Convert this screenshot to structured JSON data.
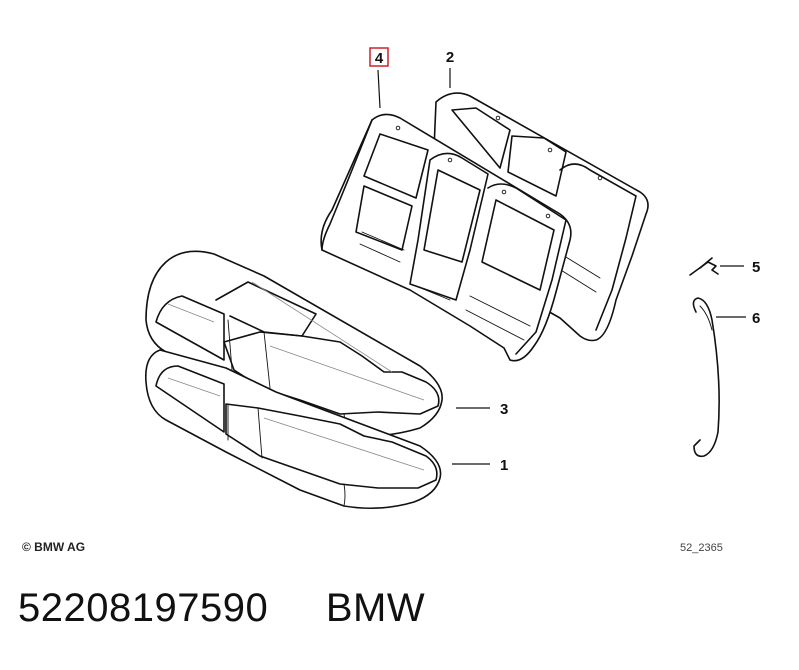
{
  "callouts": {
    "c1": "1",
    "c2": "2",
    "c3": "3",
    "c4": "4",
    "c5": "5",
    "c6": "6"
  },
  "highlight_color": "#d0202a",
  "footer": {
    "copyright": "© BMW AG",
    "drawing_number": "52_2365"
  },
  "part": {
    "number": "52208197590",
    "brand": "BMW"
  }
}
